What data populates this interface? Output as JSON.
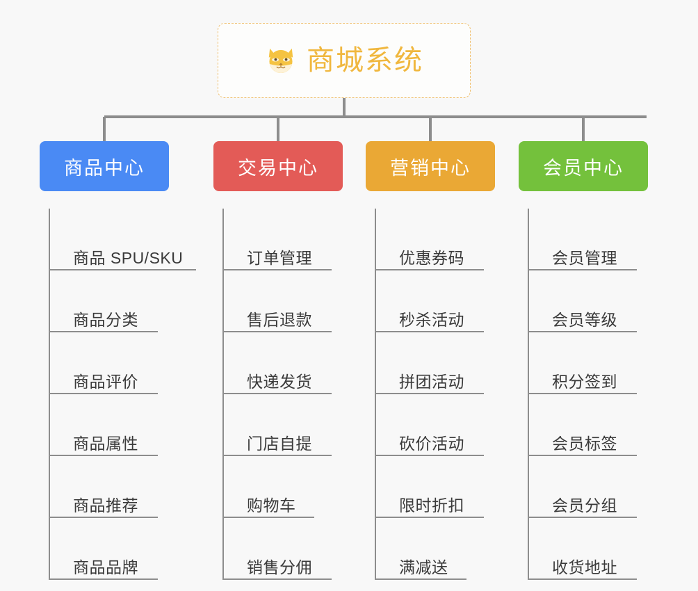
{
  "root": {
    "title": "商城系统",
    "icon": "shiba-dog-icon",
    "accent": "#f0b73e",
    "border": "#f0c070"
  },
  "diagram": {
    "type": "mindmap-tree",
    "connector_color": "#8d8d8d",
    "background": "#f8f8f8"
  },
  "categories": [
    {
      "label": "商品中心",
      "color": "#4a8af4",
      "color_class": "cat-blue",
      "key": "product-center",
      "items": [
        {
          "label": "商品 SPU/SKU",
          "width": "w-long"
        },
        {
          "label": "商品分类",
          "width": "w-med"
        },
        {
          "label": "商品评价",
          "width": "w-med"
        },
        {
          "label": "商品属性",
          "width": "w-med"
        },
        {
          "label": "商品推荐",
          "width": "w-med"
        },
        {
          "label": "商品品牌",
          "width": "w-med"
        }
      ]
    },
    {
      "label": "交易中心",
      "color": "#e35b57",
      "color_class": "cat-red",
      "key": "trade-center",
      "items": [
        {
          "label": "订单管理",
          "width": "w-med"
        },
        {
          "label": "售后退款",
          "width": "w-med"
        },
        {
          "label": "快递发货",
          "width": "w-med"
        },
        {
          "label": "门店自提",
          "width": "w-med"
        },
        {
          "label": "购物车",
          "width": "w-short"
        },
        {
          "label": "销售分佣",
          "width": "w-med"
        }
      ]
    },
    {
      "label": "营销中心",
      "color": "#eaa835",
      "color_class": "cat-orange",
      "key": "marketing-center",
      "items": [
        {
          "label": "优惠券码",
          "width": "w-med"
        },
        {
          "label": "秒杀活动",
          "width": "w-med"
        },
        {
          "label": "拼团活动",
          "width": "w-med"
        },
        {
          "label": "砍价活动",
          "width": "w-med"
        },
        {
          "label": "限时折扣",
          "width": "w-med"
        },
        {
          "label": "满减送",
          "width": "w-short"
        }
      ]
    },
    {
      "label": "会员中心",
      "color": "#74c13c",
      "color_class": "cat-green",
      "key": "member-center",
      "items": [
        {
          "label": "会员管理",
          "width": "w-med"
        },
        {
          "label": "会员等级",
          "width": "w-med"
        },
        {
          "label": "积分签到",
          "width": "w-med"
        },
        {
          "label": "会员标签",
          "width": "w-med"
        },
        {
          "label": "会员分组",
          "width": "w-med"
        },
        {
          "label": "收货地址",
          "width": "w-med"
        }
      ]
    }
  ]
}
